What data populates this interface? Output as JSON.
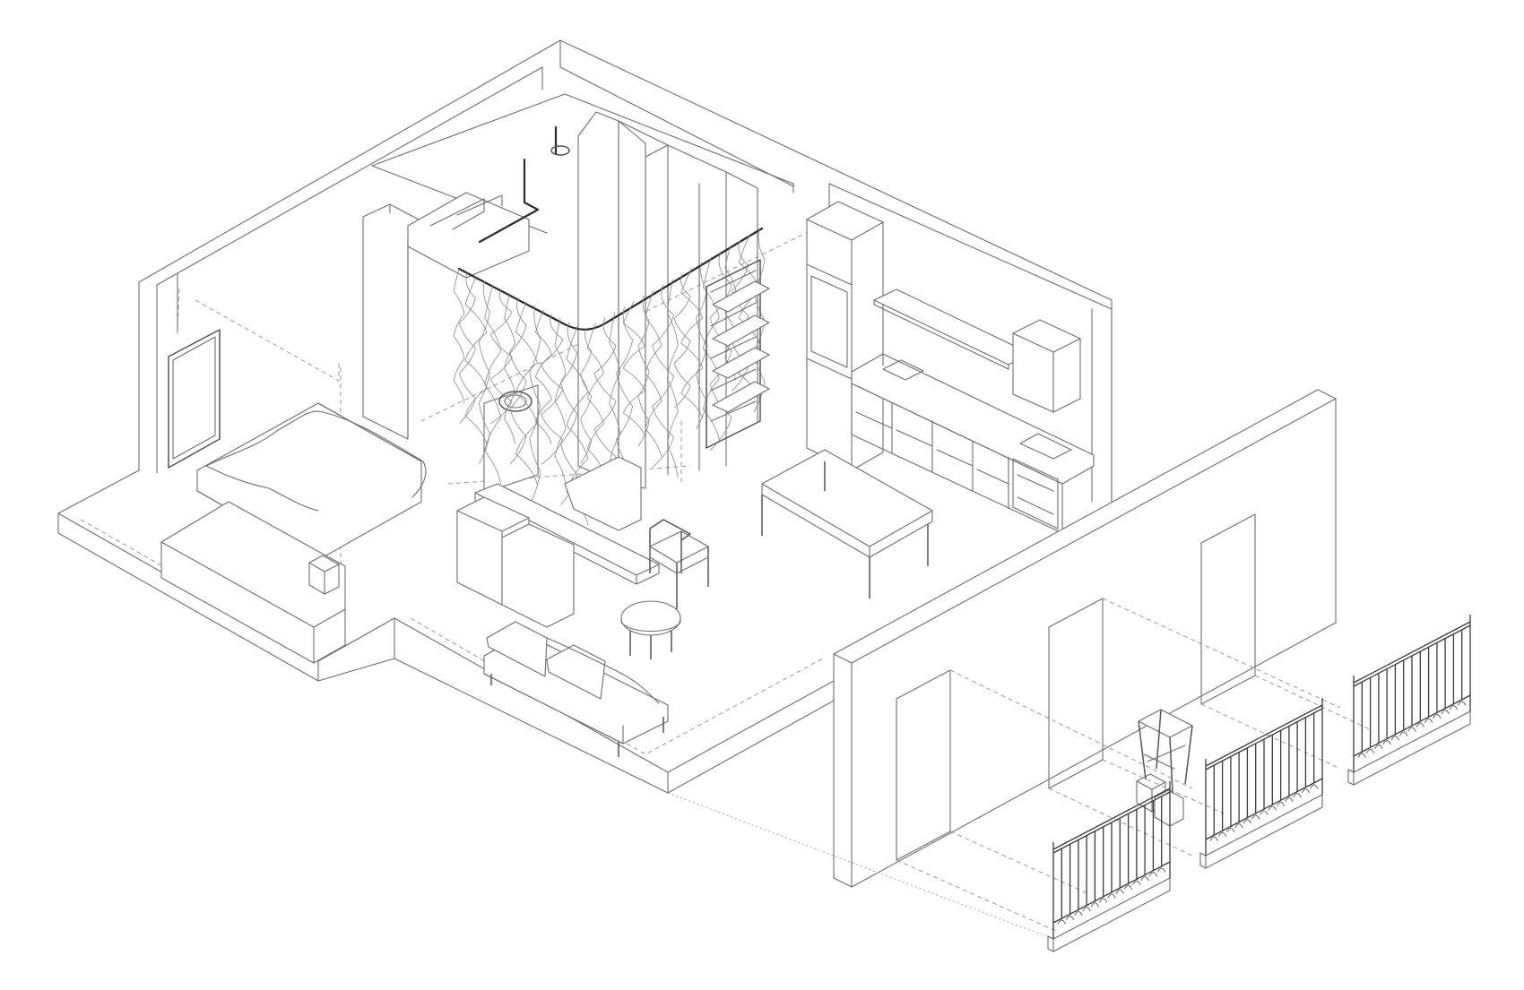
{
  "drawing": {
    "view": "isometric",
    "style": "line drawing",
    "colors": {
      "background": "#ffffff",
      "line": "#6e6e6e",
      "accent_line": "#2a2a2a",
      "hidden_line": "#9a9a9a"
    }
  },
  "components": [
    "apartment-shell",
    "bedroom-bed",
    "bedroom-wardrobe",
    "wall-mirror",
    "wall-wardrobe-column",
    "curtain-track",
    "curtain",
    "display-shelf",
    "bathroom-pod",
    "kitchen-tall-unit",
    "kitchen-counter",
    "wall-shelf",
    "range-hood",
    "dining-table",
    "lounge-chair",
    "coffee-table",
    "sofa",
    "desk-bench",
    "exploded-front-wall",
    "balcony-railing",
    "bar-stool",
    "side-stools"
  ],
  "counts": {
    "windows": 3,
    "balcony_railings": 3
  }
}
